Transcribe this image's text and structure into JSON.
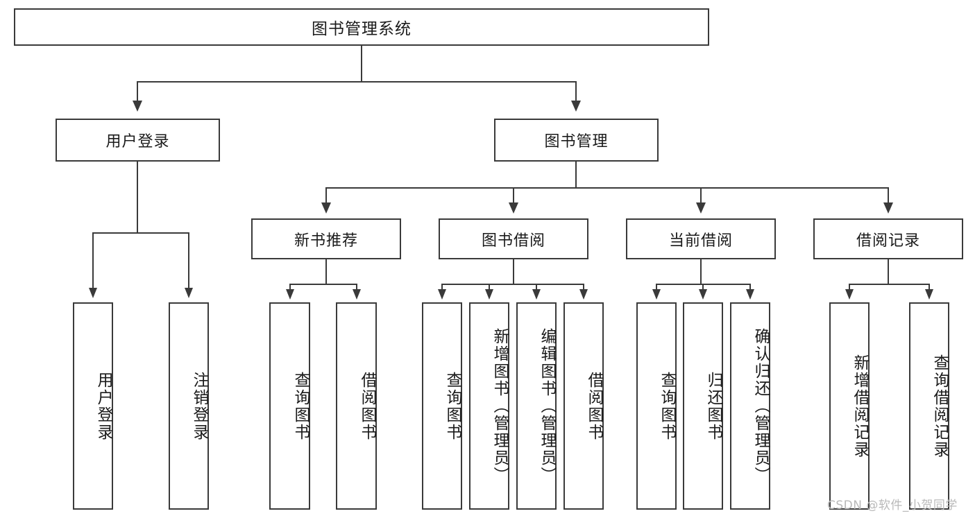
{
  "diagram": {
    "type": "tree",
    "title": "图书管理系统",
    "root": {
      "label": "图书管理系统",
      "children": [
        {
          "label": "用户登录",
          "children": [
            {
              "label": "用户登录"
            },
            {
              "label": "注销登录"
            }
          ]
        },
        {
          "label": "图书管理",
          "children": [
            {
              "label": "新书推荐",
              "children": [
                {
                  "label": "查询图书"
                },
                {
                  "label": "借阅图书"
                }
              ]
            },
            {
              "label": "图书借阅",
              "children": [
                {
                  "label": "查询图书"
                },
                {
                  "label": "新增图书（管理员）"
                },
                {
                  "label": "编辑图书（管理员）"
                },
                {
                  "label": "借阅图书"
                }
              ]
            },
            {
              "label": "当前借阅",
              "children": [
                {
                  "label": "查询图书"
                },
                {
                  "label": "归还图书"
                },
                {
                  "label": "确认归还（管理员）"
                }
              ]
            },
            {
              "label": "借阅记录",
              "children": [
                {
                  "label": "新增借阅记录"
                },
                {
                  "label": "查询借阅记录"
                }
              ]
            }
          ]
        }
      ]
    }
  },
  "nodes": {
    "root": "图书管理系统",
    "l1": {
      "user_login": "用户登录",
      "book_mgmt": "图书管理"
    },
    "l2": {
      "new_book_rec": "新书推荐",
      "book_borrow": "图书借阅",
      "current_borrow": "当前借阅",
      "borrow_record": "借阅记录"
    },
    "leaf": {
      "user_login": "用户登录",
      "logout": "注销登录",
      "rec_query_book": "查询图书",
      "rec_borrow_book": "借阅图书",
      "borrow_query_book": "查询图书",
      "borrow_add_book": "新增图书（管理员）",
      "borrow_edit_book": "编辑图书（管理员）",
      "borrow_borrow_book": "借阅图书",
      "cur_query_book": "查询图书",
      "cur_return_book": "归还图书",
      "cur_confirm_return": "确认归还（管理员）",
      "rec_add_record": "新增借阅记录",
      "rec_query_record": "查询借阅记录"
    }
  },
  "watermark": "CSDN @软件_小贺同学",
  "colors": {
    "stroke": "#3a3a3a",
    "background": "#ffffff",
    "text": "#1a1a1a",
    "watermark": "#b9b9b9"
  }
}
